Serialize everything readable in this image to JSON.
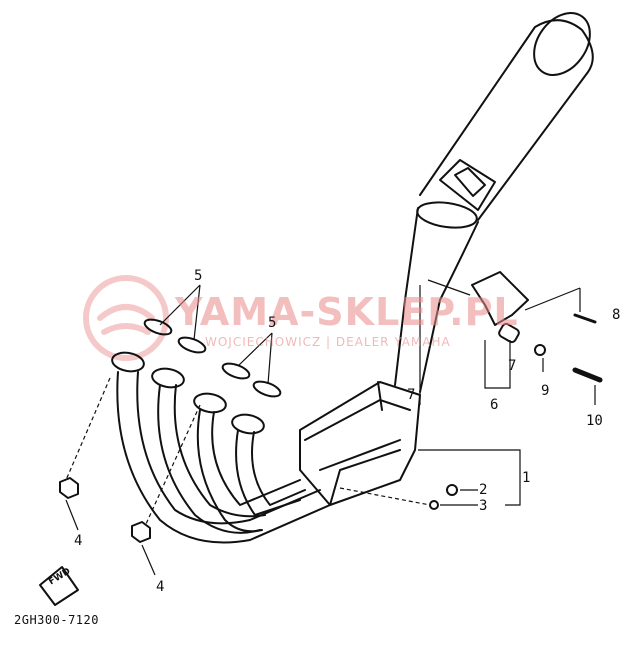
{
  "watermark": {
    "title": "YAMA-SKLEP.PL",
    "subtitle": "WOJCIECHOWICZ | DEALER YAMAHA"
  },
  "diagram": {
    "part_code": "2GH300-7120",
    "forward_marker": "FWD",
    "callouts": [
      {
        "id": "5a",
        "label": "5"
      },
      {
        "id": "5b",
        "label": "5"
      },
      {
        "id": "8",
        "label": "8"
      },
      {
        "id": "7a",
        "label": "7"
      },
      {
        "id": "7b",
        "label": "7"
      },
      {
        "id": "9",
        "label": "9"
      },
      {
        "id": "6",
        "label": "6"
      },
      {
        "id": "10",
        "label": "10"
      },
      {
        "id": "1",
        "label": "1"
      },
      {
        "id": "2",
        "label": "2"
      },
      {
        "id": "3",
        "label": "3"
      },
      {
        "id": "4a",
        "label": "4"
      },
      {
        "id": "4b",
        "label": "4"
      }
    ]
  },
  "colors": {
    "ink": "#111111",
    "watermark": "#e98a8a"
  }
}
